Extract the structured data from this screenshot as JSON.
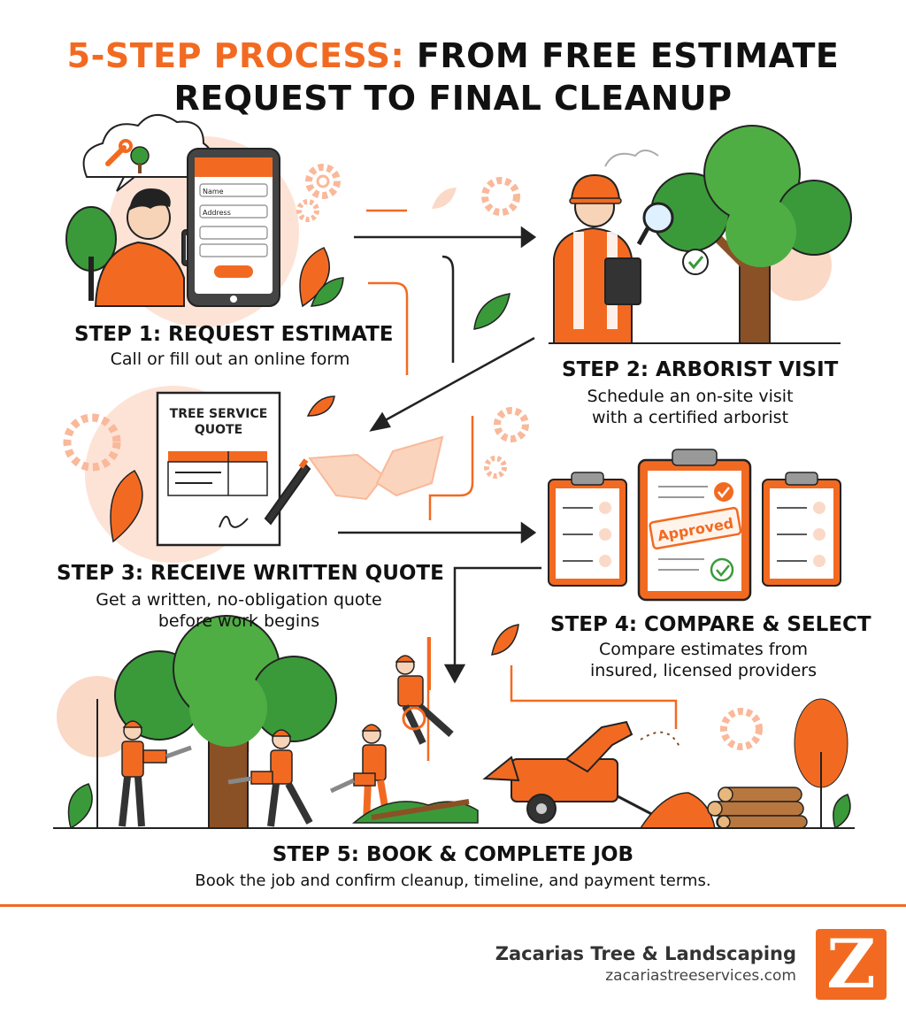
{
  "header": {
    "title_accent": "5-STEP PROCESS:",
    "title_rest": "FROM FREE ESTIMATE",
    "title_line2": "REQUEST TO FINAL CLEANUP"
  },
  "steps": [
    {
      "title": "STEP 1: REQUEST ESTIMATE",
      "desc": [
        "Call or fill out an online form"
      ]
    },
    {
      "title": "STEP 2: ARBORIST VISIT",
      "desc": [
        "Schedule an on-site visit",
        "with a certified arborist"
      ]
    },
    {
      "title": "STEP 3: RECEIVE WRITTEN QUOTE",
      "desc": [
        "Get a written, no-obligation quote",
        "before work begins"
      ]
    },
    {
      "title": "STEP 4: COMPARE & SELECT",
      "desc": [
        "Compare estimates from",
        "insured, licensed providers"
      ]
    },
    {
      "title": "STEP 5: BOOK & COMPLETE JOB",
      "desc": [
        "Book the job and confirm cleanup, timeline, and payment terms."
      ]
    }
  ],
  "phone_form": {
    "field1": "Name",
    "field2": "Address"
  },
  "quote_doc": {
    "line1": "TREE SERVICE",
    "line2": "QUOTE"
  },
  "stamp": "Approved",
  "brand": {
    "name": "Zacarias Tree & Landscaping",
    "url": "zacariastreeservices.com",
    "logo_letter": "Z"
  },
  "colors": {
    "accent": "#f26a21",
    "green": "#3a9a3a",
    "peach": "#fbd9c7"
  }
}
